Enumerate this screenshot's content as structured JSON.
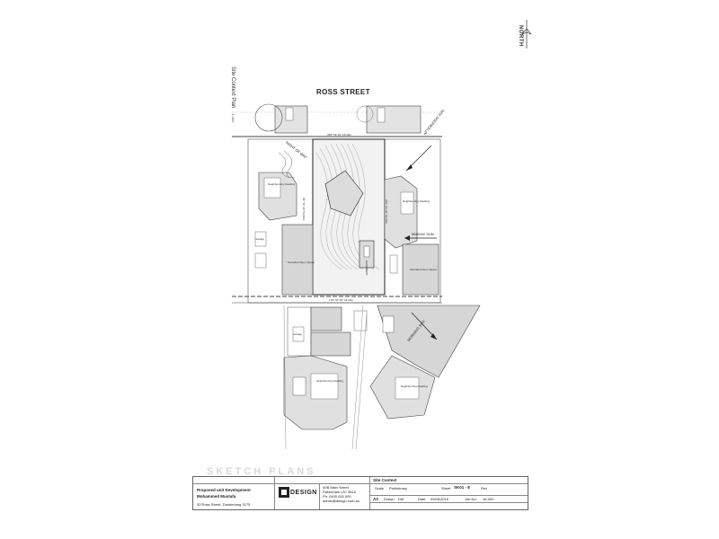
{
  "sheet": {
    "side_title": "Site Context Plan",
    "side_scale": "1:400",
    "north": "NORTH"
  },
  "plan": {
    "street": "ROSS STREET",
    "annotations": {
      "easement_w": "RIGHT OF WAY",
      "easement_e": "EASEMENT",
      "afternoon_sun": "AFTERNOON SUN",
      "midday_sun": "MIDDAY SUN",
      "morning_sun": "MORNING SUN"
    },
    "labels": {
      "dwelling": "Neighbouring Dwelling",
      "garage": "Garage",
      "sos": "Secluded Open Space",
      "bearing_n": "358° 56' 30\"  18.29m",
      "bearing_s": "178° 56' 30\"  18.29m",
      "bearing_w": "88° 56' 30\"  54.86m",
      "bearing_e": "268° 56' 30\"  54.86m"
    }
  },
  "title_block": {
    "watermark": "SKETCH PLANS",
    "project": "Proposed unit Development",
    "client": "Mohammed Mustafa",
    "address": "33 Ross Street, Dandenong 3175",
    "firm_address": "40B Main Street",
    "firm_suburb": "Pakenham  VIC  3810",
    "firm_phone": "Ph: 0400 000 000",
    "firm_email": "admin@design.com.au",
    "logo": "DESIGN",
    "sheet_title": "Site Context",
    "sheet_label": "Sheet",
    "sheet_no": "SK01 - 8",
    "rev_label": "Rev",
    "scale_label": "Scale",
    "scale_value": "Preliminary",
    "size": "A3",
    "drawn_label": "Drawn",
    "drawn": "DM",
    "date_label": "Date",
    "date": "09/05/2016",
    "job_label": "Job No.",
    "job": "16-000"
  }
}
